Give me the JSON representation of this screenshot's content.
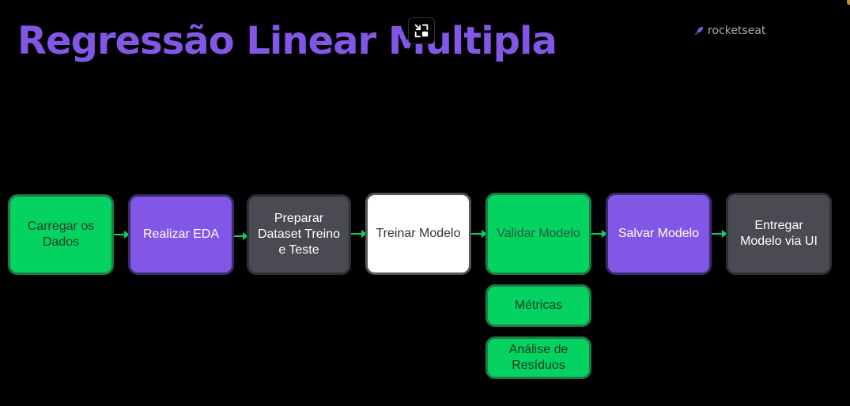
{
  "title": "Regressão Linear Multipla",
  "logo": {
    "text": "rocketseat"
  },
  "colors": {
    "title": "#8257e6",
    "green": "#04d361",
    "purple": "#8257e6",
    "gray": "#4a4a52",
    "white": "#ffffff"
  },
  "nodes": {
    "carregar": "Carregar os Dados",
    "eda": "Realizar EDA",
    "preparar": "Preparar Dataset Treino e Teste",
    "treinar": "Treinar Modelo",
    "validar": "Validar Modelo",
    "salvar": "Salvar Modelo",
    "entregar": "Entregar Modelo via UI",
    "metricas": "Métricas",
    "residuos": "Análise de Resíduos"
  },
  "icons": {
    "overlay": "exit-fullscreen-icon",
    "logo": "rocket-icon"
  }
}
